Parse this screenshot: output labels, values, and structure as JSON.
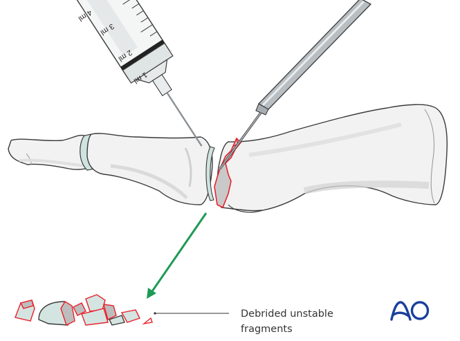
{
  "figure": {
    "description": "Debridement of first metatarsophalangeal joint with syringe irrigation and probe",
    "syringe": {
      "scale_labels": [
        "4 ml",
        "3 ml",
        "2 ml",
        "1 ml"
      ]
    },
    "annotation": {
      "line1": "Debrided unstable",
      "line2": "fragments"
    },
    "logo": {
      "text": "AO",
      "color": "#1a3f9c"
    },
    "colors": {
      "bone_fill": "#f0f0f0",
      "bone_shadow": "#dcdcdc",
      "outline": "#3a3a3a",
      "fracture_red": "#e8212b",
      "cartilage": "#cfe3df",
      "fragment_fill": "#d4e4e1",
      "fragment_shadow": "#bdbdbd",
      "arrow_green": "#1e9a55",
      "instrument_steel": "#b9bec2"
    }
  }
}
